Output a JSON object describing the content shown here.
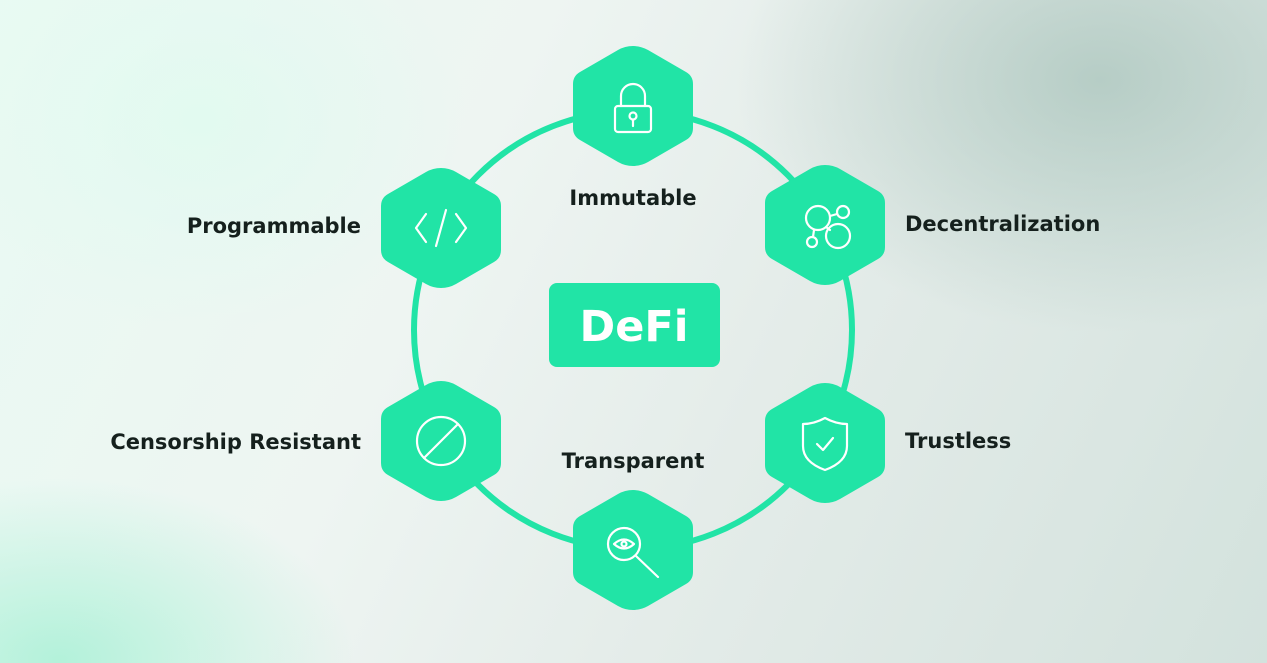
{
  "diagram": {
    "center": {
      "label": "DeFi"
    },
    "nodes": [
      {
        "label": "Immutable",
        "icon": "lock-icon"
      },
      {
        "label": "Decentralization",
        "icon": "network-nodes-icon"
      },
      {
        "label": "Trustless",
        "icon": "shield-check-icon"
      },
      {
        "label": "Transparent",
        "icon": "eye-magnifier-icon"
      },
      {
        "label": "Censorship Resistant",
        "icon": "prohibited-circle-icon"
      },
      {
        "label": "Programmable",
        "icon": "code-brackets-icon"
      }
    ],
    "colors": {
      "accent": "#21e4a6",
      "icon_stroke": "#ffffff",
      "label_text": "#15201d"
    }
  }
}
